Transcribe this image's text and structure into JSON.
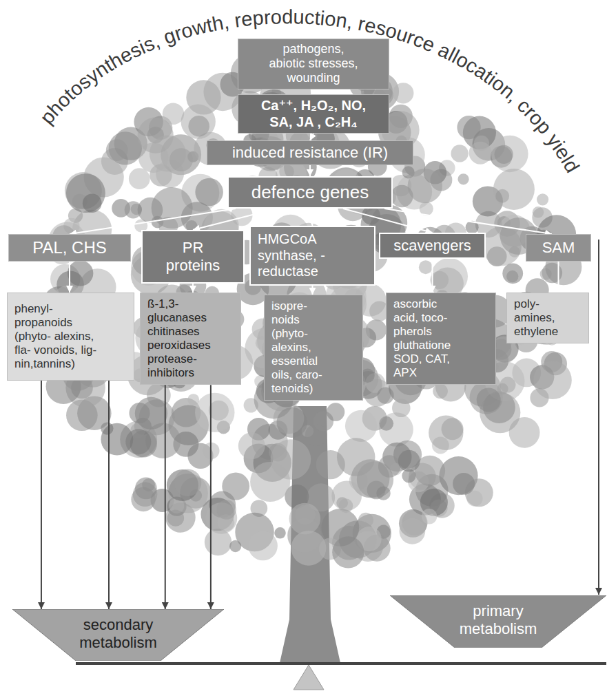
{
  "diagram": {
    "nodes": [
      {
        "text": [
          "pathogens, abiotic stresses, wounding"
        ]
      },
      {
        "text": [
          "Ca⁺⁺, H₂O₂, NO, SA, JA , C₂H₄"
        ]
      },
      {
        "text": [
          "induced resistance (IR)"
        ]
      },
      {
        "text": [
          "defence genes"
        ]
      },
      {
        "text": [
          "PAL, CHS"
        ]
      },
      {
        "text": [
          "PR proteins"
        ]
      },
      {
        "text": [
          "HMGCoA synthase, -reductase"
        ]
      },
      {
        "text": [
          "scavengers"
        ]
      },
      {
        "text": [
          "SAM"
        ]
      },
      {
        "text": [
          "phenyl- propanoids (phyto- alexins, fla- vonoids, lig- nin,tannins)"
        ]
      },
      {
        "text": [
          "ß-1,3- glucanases chitinases peroxidases protease- inhibitors"
        ]
      },
      {
        "text": [
          "isopre- noids (phyto- alexins, essential oils, caro- tenoids)"
        ]
      },
      {
        "text": [
          "ascorbic acid, toco- pherols gluthatione SOD, CAT, APX"
        ]
      },
      {
        "text": [
          "poly- amines, ethylene"
        ]
      },
      {
        "text": [
          "secondary metabolism"
        ]
      },
      {
        "text": [
          "primary metabolism"
        ]
      }
    ],
    "edges": [
      {
        "from": 0,
        "to": 1,
        "arrow": "to"
      },
      {
        "from": 1,
        "to": 2,
        "arrow": "to"
      },
      {
        "from": 2,
        "to": 3,
        "arrow": "to"
      },
      {
        "from": 3,
        "to": 4,
        "arrow": "to"
      },
      {
        "from": 3,
        "to": 5,
        "arrow": "to"
      },
      {
        "from": 3,
        "to": 6,
        "arrow": "to"
      },
      {
        "from": 3,
        "to": 7,
        "arrow": "to"
      },
      {
        "from": 3,
        "to": 8,
        "arrow": "to"
      },
      {
        "from": 4,
        "to": 9,
        "arrow": "to"
      },
      {
        "from": 5,
        "to": 10,
        "arrow": "to"
      },
      {
        "from": 6,
        "to": 11,
        "arrow": "to"
      },
      {
        "from": 7,
        "to": 12,
        "arrow": "to"
      },
      {
        "from": 8,
        "to": 13,
        "arrow": "to"
      },
      {
        "from": 9,
        "to": 14,
        "arrow": "to"
      },
      {
        "from": 9,
        "to": 14,
        "arrow": "to"
      },
      {
        "from": 10,
        "to": 14,
        "arrow": "to"
      },
      {
        "from": 10,
        "to": 14,
        "arrow": "to"
      }
    ],
    "labels": [
      "photosynthesis, growth, reproduction, resource allocation, crop yield"
    ]
  }
}
